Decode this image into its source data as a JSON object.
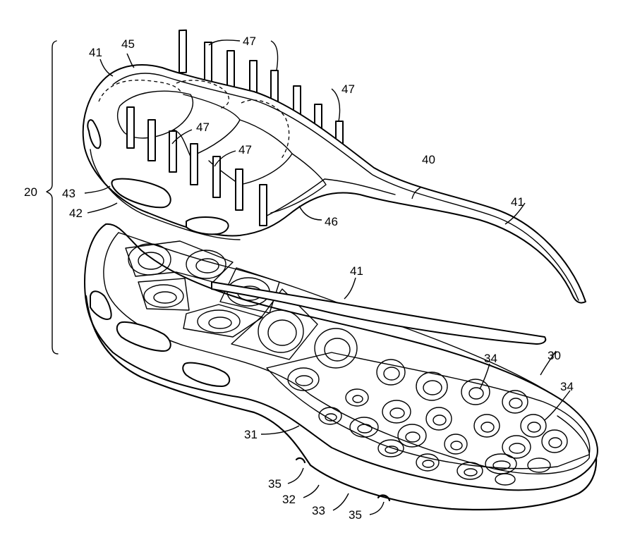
{
  "labels": {
    "assembly": "20",
    "insert_edge_upper": "41",
    "insert_heel_rim": "45",
    "pins_top": "47",
    "pins_right": "47",
    "pins_mid": "47",
    "pins_lower": "47",
    "insert": "40",
    "insert_edge_right": "41",
    "insert_side": "43",
    "insert_window": "42",
    "insert_bridge": "46",
    "insert_edge_lower": "41",
    "sole": "30",
    "cup_a": "34",
    "cup_b": "34",
    "sole_floor": "31",
    "notch_a": "35",
    "outsole_a": "32",
    "outsole_b": "33",
    "notch_b": "35"
  }
}
